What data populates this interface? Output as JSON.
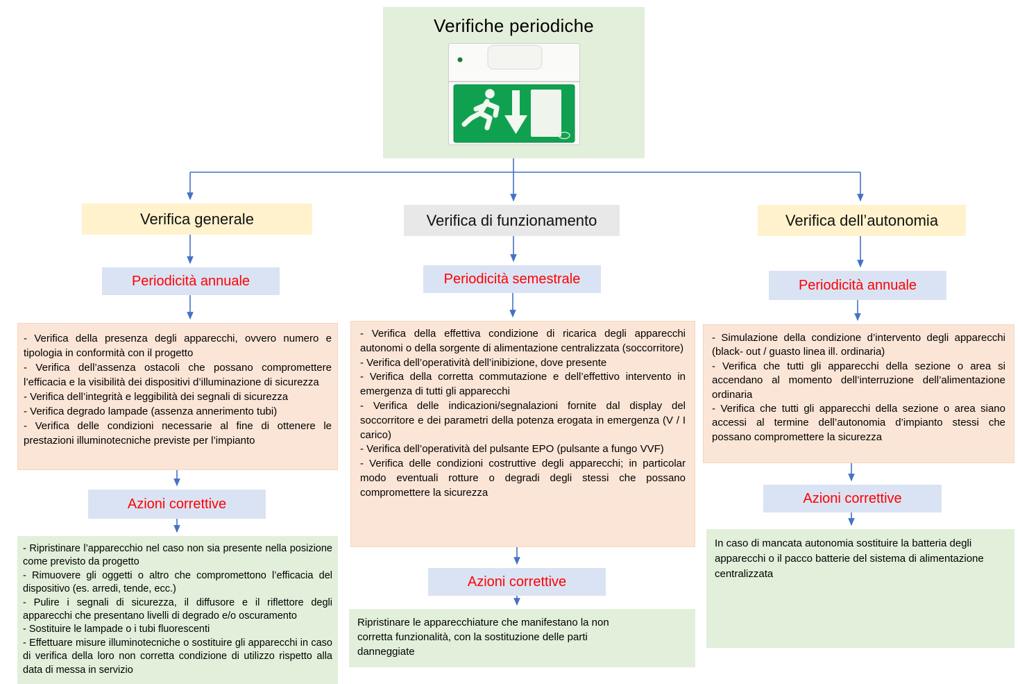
{
  "title": "Verifiche periodiche",
  "colors": {
    "arrow_blue": "#4472C4",
    "label_red": "#FF0000",
    "node_green": "#E2EFDA",
    "node_peach": "#FBE5D6",
    "node_cream": "#FFF2CC",
    "node_gray": "#E9E8E8",
    "node_blue": "#DAE3F3",
    "sign_green": "#10A150"
  },
  "top_node": {
    "image": "emergency-exit-luminaire-photo"
  },
  "columns": [
    {
      "header": "Verifica generale",
      "periodicity": "Periodicità annuale",
      "checks": [
        "- Verifica della presenza degli apparecchi, ovvero numero e tipologia in conformità con il progetto",
        "- Verifica dell’assenza ostacoli che possano compromettere l’efficacia e la visibilità dei dispositivi d’illuminazione di sicurezza",
        "- Verifica dell’integrità e leggibilità dei segnali di sicurezza",
        "- Verifica degrado lampade (assenza annerimento tubi)",
        "- Verifica delle condizioni necessarie al fine di ottenere le prestazioni illuminotecniche previste per l’impianto"
      ],
      "corrective_label": "Azioni correttive",
      "actions": [
        "- Ripristinare l’apparecchio nel caso non sia presente nella posizione come previsto da progetto",
        "- Rimuovere gli oggetti o altro che compromettono l’efficacia del dispositivo (es. arredi, tende, ecc.)",
        "- Pulire i segnali di sicurezza, il diffusore e il riflettore degli apparecchi che presentano livelli di degrado e/o oscuramento",
        "- Sostituire le lampade o i tubi fluorescenti",
        "- Effettuare misure illuminotecniche o sostituire gli apparecchi in caso di verifica della loro non corretta condizione di utilizzo rispetto alla data di messa in servizio"
      ]
    },
    {
      "header": "Verifica di funzionamento",
      "periodicity": "Periodicità semestrale",
      "checks": [
        "- Verifica della effettiva condizione di ricarica degli apparecchi autonomi o della sorgente di alimentazione centralizzata (soccorritore)",
        "- Verifica dell’operatività dell’inibizione, dove presente",
        "- Verifica della corretta commutazione e dell’effettivo intervento in emergenza di tutti gli apparecchi",
        "- Verifica delle indicazioni/segnalazioni fornite dal display del soccorritore e dei parametri della potenza erogata in emergenza (V / I carico)",
        "- Verifica dell’operatività del pulsante EPO (pulsante a fungo VVF)",
        "- Verifica delle condizioni costruttive degli apparecchi; in particolar modo eventuali rotture o degradi degli stessi che possano compromettere la sicurezza"
      ],
      "corrective_label": "Azioni correttive",
      "actions": [
        "Ripristinare le apparecchiature che manifestano la non corretta funzionalità, con la sostituzione delle parti danneggiate"
      ]
    },
    {
      "header": "Verifica dell’autonomia",
      "periodicity": "Periodicità annuale",
      "checks": [
        "- Simulazione della condizione d’intervento degli apparecchi (black- out / guasto linea ill. ordinaria)",
        "- Verifica che tutti gli apparecchi della sezione o area si accendano al momento dell’interruzione dell’alimentazione ordinaria",
        "- Verifica che tutti gli apparecchi della sezione o area siano accessi al termine dell’autonomia d’impianto stessi che possano compromettere la sicurezza"
      ],
      "corrective_label": "Azioni correttive",
      "actions": [
        "In caso di mancata autonomia sostituire la batteria degli apparecchi o il pacco batterie del sistema di alimentazione centralizzata"
      ]
    }
  ]
}
